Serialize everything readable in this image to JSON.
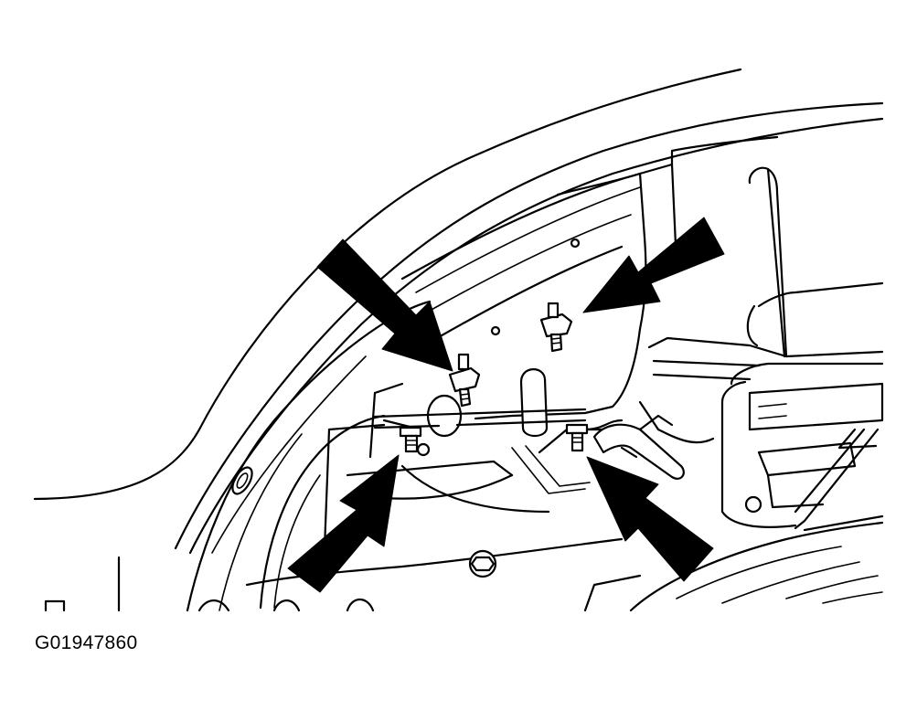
{
  "figure": {
    "reference_code": "G01947860",
    "callouts": [
      {
        "name": "arrow-upper-left",
        "points_to": "fastener-upper-left"
      },
      {
        "name": "arrow-upper-right",
        "points_to": "fastener-upper-right"
      },
      {
        "name": "arrow-lower-left",
        "points_to": "fastener-lower-left"
      },
      {
        "name": "arrow-lower-right",
        "points_to": "fastener-lower-right"
      }
    ],
    "colors": {
      "ink": "#000000",
      "paper": "#ffffff"
    }
  }
}
